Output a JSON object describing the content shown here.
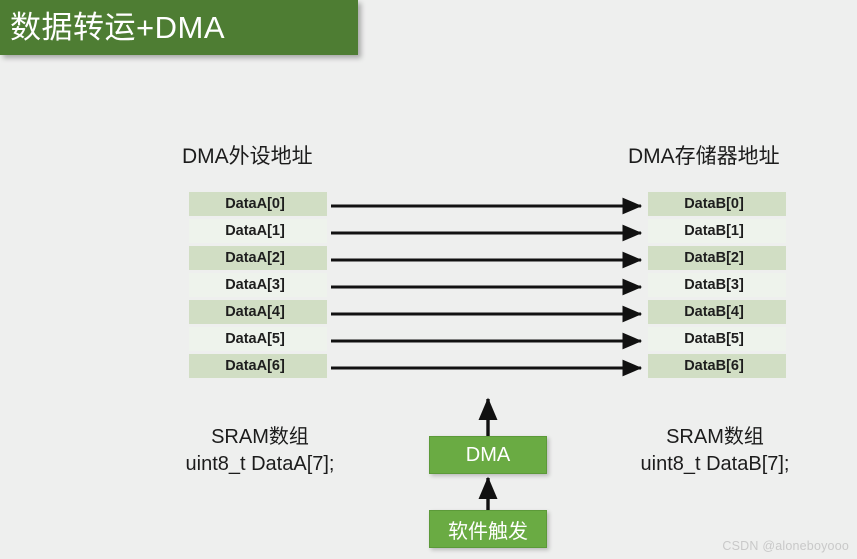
{
  "slide": {
    "title": "数据转运+DMA",
    "background_color": "#eeefee",
    "banner_color": "#4e7d33",
    "box_color": "#6aab43",
    "row_color_even": "#d1dec4",
    "row_color_odd": "#eef3ec"
  },
  "left_column": {
    "heading": "DMA外设地址",
    "rows": [
      "DataA[0]",
      "DataA[1]",
      "DataA[2]",
      "DataA[3]",
      "DataA[4]",
      "DataA[5]",
      "DataA[6]"
    ],
    "caption_line1": "SRAM数组",
    "caption_line2": "uint8_t DataA[7];"
  },
  "right_column": {
    "heading": "DMA存储器地址",
    "rows": [
      "DataB[0]",
      "DataB[1]",
      "DataB[2]",
      "DataB[3]",
      "DataB[4]",
      "DataB[5]",
      "DataB[6]"
    ],
    "caption_line1": "SRAM数组",
    "caption_line2": "uint8_t DataB[7];"
  },
  "center": {
    "dma_box": "DMA",
    "trigger_box": "软件触发"
  },
  "watermark": "CSDN @aloneboyooo"
}
